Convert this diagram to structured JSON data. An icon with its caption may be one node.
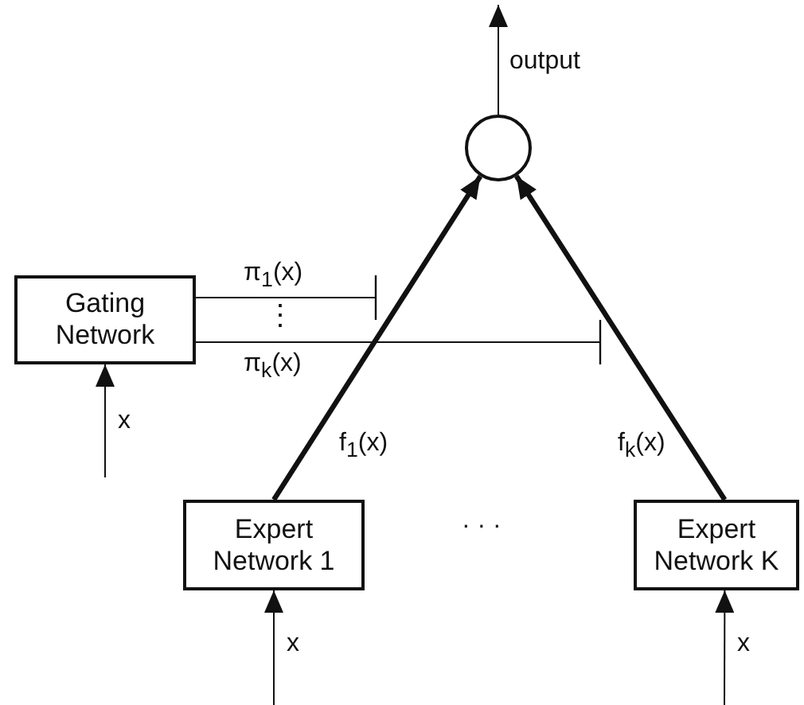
{
  "diagram": {
    "nodes": [
      {
        "text": [],
        "shape": "circle"
      },
      {
        "text": [
          "Gating Network"
        ]
      },
      {
        "text": [
          "Expert Network 1"
        ]
      },
      {
        "text": [
          "Expert Network K"
        ]
      }
    ],
    "edges": [
      {
        "from": 2,
        "to": 0,
        "arrow": "to",
        "style": "thick",
        "label": "f$_{1}$(x)"
      },
      {
        "from": 3,
        "to": 0,
        "arrow": "to",
        "style": "thick",
        "label": "f$_{k}$(x)"
      },
      {
        "from": 0,
        "to": null,
        "arrow": "to",
        "label": "output"
      },
      {
        "from": 1,
        "to": null,
        "arrow": "other",
        "label": "π$_{1}$(x)"
      },
      {
        "from": 1,
        "to": null,
        "arrow": "other",
        "label": "π$_{k}$(x)"
      },
      {
        "from": null,
        "to": 1,
        "arrow": "to",
        "label": "x"
      },
      {
        "from": null,
        "to": 2,
        "arrow": "to",
        "label": "x"
      },
      {
        "from": null,
        "to": 3,
        "arrow": "to",
        "label": "x"
      }
    ],
    "labels": [
      "⋮",
      "· · ·"
    ]
  }
}
